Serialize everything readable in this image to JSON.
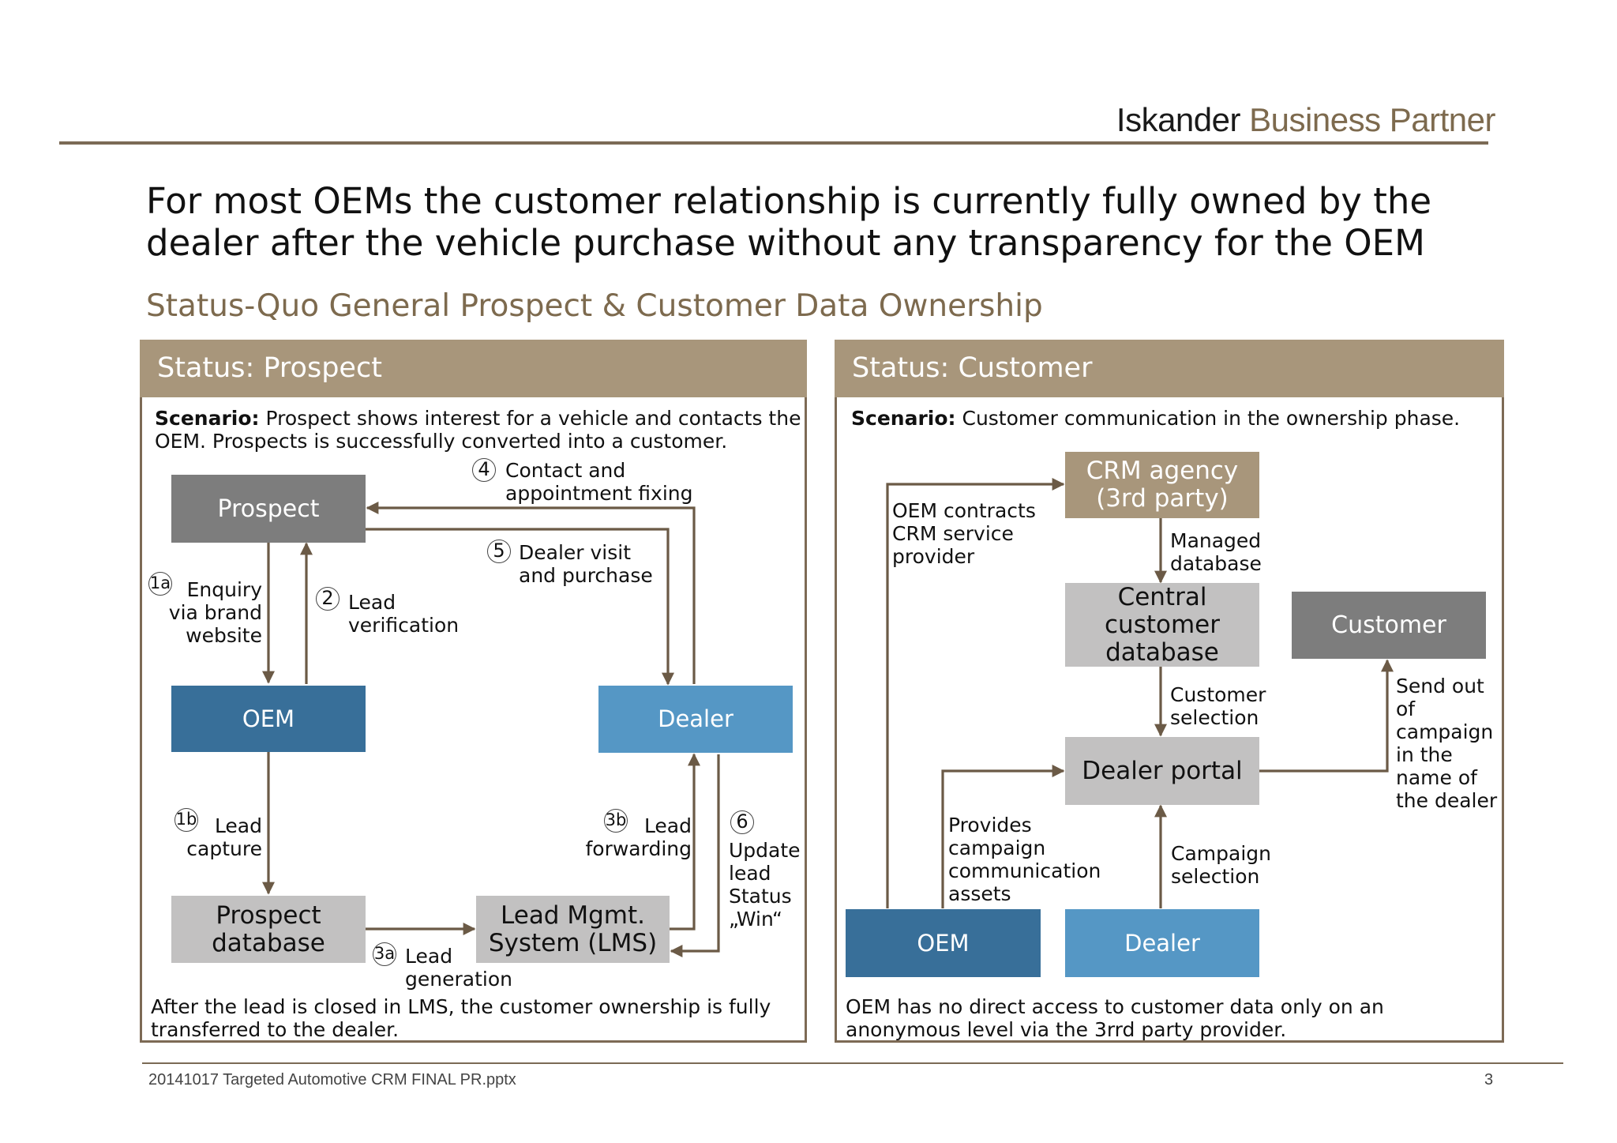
{
  "header": {
    "brand_part1": "Iskander",
    "brand_part2": "Business Partner",
    "title_line1": "For most OEMs the customer relationship is currently fully owned by the",
    "title_line2": "dealer after the vehicle purchase without any transparency for the OEM",
    "subtitle": "Status-Quo General Prospect & Customer Data Ownership"
  },
  "prospect_panel": {
    "heading": "Status: Prospect",
    "scenario_label": "Scenario:",
    "scenario_line1": "Prospect shows interest for a vehicle and contacts the",
    "scenario_line2": "OEM. Prospects is successfully converted into a customer.",
    "boxes": {
      "prospect": "Prospect",
      "oem": "OEM",
      "dealer": "Dealer",
      "prospect_db_line1": "Prospect",
      "prospect_db_line2": "database",
      "lms_line1": "Lead Mgmt.",
      "lms_line2": "System (LMS)"
    },
    "steps": [
      {
        "num": "1a",
        "line1": "Enquiry",
        "line2": "via brand",
        "line3": "website"
      },
      {
        "num": "2",
        "line1": "Lead",
        "line2": "verification"
      },
      {
        "num": "4",
        "line1": "Contact and",
        "line2": "appointment fixing"
      },
      {
        "num": "5",
        "line1": "Dealer visit",
        "line2": "and purchase"
      },
      {
        "num": "1b",
        "line1": "Lead",
        "line2": "capture"
      },
      {
        "num": "3b",
        "line1": "Lead",
        "line2": "forwarding"
      },
      {
        "num": "6",
        "line1": "Update",
        "line2": "lead",
        "line3": "Status",
        "line4": "„Win“"
      },
      {
        "num": "3a",
        "line1": "Lead",
        "line2": "generation"
      }
    ],
    "footer_line1": "After the lead is closed in LMS, the customer ownership is fully",
    "footer_line2": "transferred to the dealer."
  },
  "customer_panel": {
    "heading": "Status: Customer",
    "scenario_label": "Scenario:",
    "scenario_text": "Customer communication in the ownership phase.",
    "boxes": {
      "crm_line1": "CRM agency",
      "crm_line2": "(3rd party)",
      "central_line1": "Central",
      "central_line2": "customer",
      "central_line3": "database",
      "customer": "Customer",
      "dealer_portal": "Dealer portal",
      "oem": "OEM",
      "dealer": "Dealer"
    },
    "labels": {
      "oem_contracts_line1": "OEM contracts",
      "oem_contracts_line2": "CRM service",
      "oem_contracts_line3": "provider",
      "managed_line1": "Managed",
      "managed_line2": "database",
      "selection_line1": "Customer",
      "selection_line2": "selection",
      "sendout_line1": "Send out",
      "sendout_line2": "of",
      "sendout_line3": "campaign",
      "sendout_line4": "in the",
      "sendout_line5": "name of",
      "sendout_line6": "the dealer",
      "provides_line1": "Provides",
      "provides_line2": "campaign",
      "provides_line3": "communication",
      "provides_line4": "assets",
      "campaign_sel_line1": "Campaign",
      "campaign_sel_line2": "selection"
    },
    "footer_line1": "OEM has no direct access to customer data only on an",
    "footer_line2": "anonymous level via the 3rrd party provider."
  },
  "footer": {
    "filename": "20141017 Targeted Automotive CRM FINAL PR.pptx",
    "page_number": "3"
  },
  "colors": {
    "accent_brown": "#7d6a55",
    "panel_header": "#a8967b",
    "oem_blue": "#386f99",
    "dealer_blue": "#5597c5",
    "dark_gray": "#7d7d7d",
    "light_gray": "#c2c1c1"
  }
}
